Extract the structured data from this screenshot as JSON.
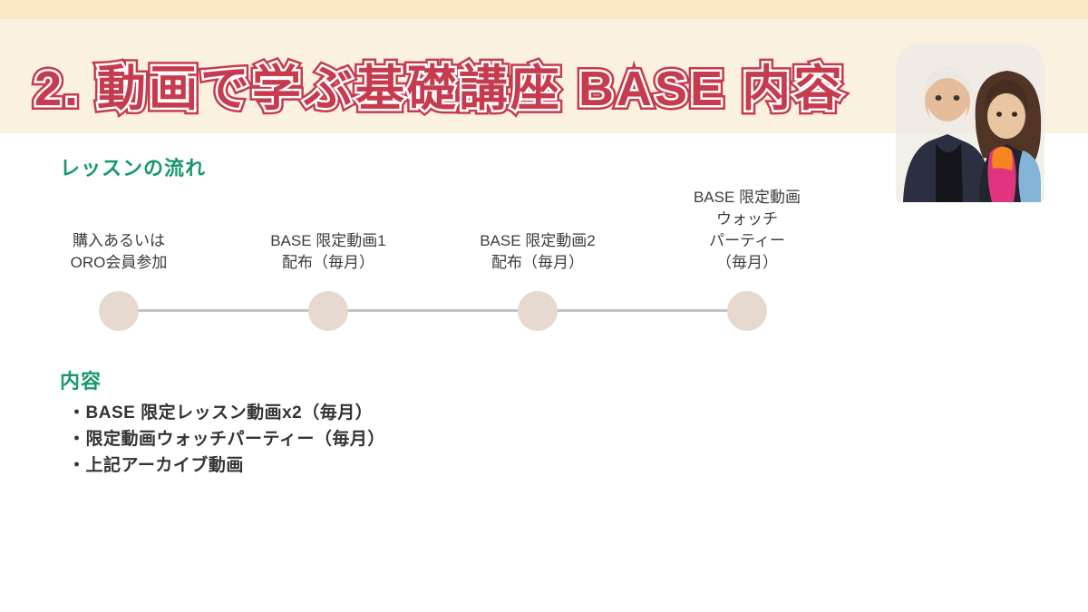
{
  "slide": {
    "title": "2. 動画で学ぶ基礎講座 BASE 内容",
    "colors": {
      "title_red": "#c63b4d",
      "heading_green": "#17996b",
      "header_band_cream": "#fbf1df",
      "top_strip_cream": "#fbe8c5",
      "timeline_node_beige": "#e6d9cf",
      "timeline_line_gray": "#c3c3c3",
      "body_text_dark": "#3d3d3d"
    }
  },
  "photo": {
    "alt": "instructors-photo"
  },
  "sections": {
    "flow": {
      "heading": "レッスンの流れ",
      "steps": [
        {
          "label": "購入あるいは\nORO会員参加"
        },
        {
          "label": "BASE 限定動画1\n配布（毎月）"
        },
        {
          "label": "BASE 限定動画2\n配布（毎月）"
        },
        {
          "label": "BASE 限定動画\nウォッチ\nパーティー\n（毎月）"
        }
      ]
    },
    "contents": {
      "heading": "内容",
      "items": [
        "・BASE 限定レッスン動画x2（毎月）",
        "・限定動画ウォッチパーティー（毎月）",
        "・上記アーカイブ動画"
      ]
    }
  }
}
